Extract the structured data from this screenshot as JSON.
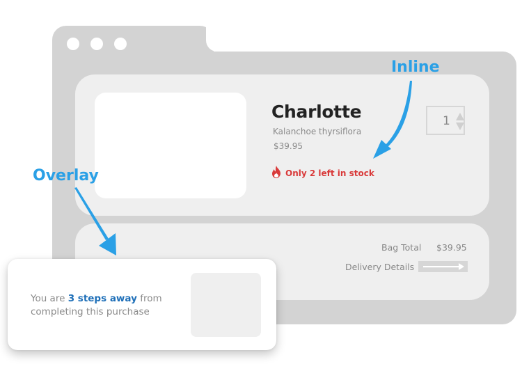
{
  "window": {
    "traffic_dots": [
      "dot-1",
      "dot-2",
      "dot-3"
    ],
    "colors": {
      "frame": "#d3d3d3",
      "panel": "#efefef"
    }
  },
  "product": {
    "name": "Charlotte",
    "latin_name": "Kalanchoe thyrsiflora",
    "price": "$39.95",
    "stock_icon": "fire-icon",
    "stock_message": "Only 2 left in stock",
    "stock_color": "#d93a3a",
    "quantity": "1"
  },
  "summary": {
    "bag_total_label": "Bag Total",
    "bag_total_value": "$39.95",
    "delivery_label": "Delivery Details",
    "delivery_icon": "arrow-right-icon"
  },
  "annotations": {
    "inline_label": "Inline",
    "overlay_label": "Overlay",
    "color": "#2aa0e6"
  },
  "overlay": {
    "text_before": "You are ",
    "highlight": "3 steps away",
    "text_after": " from completing this purchase",
    "highlight_color": "#1e6fb8"
  }
}
